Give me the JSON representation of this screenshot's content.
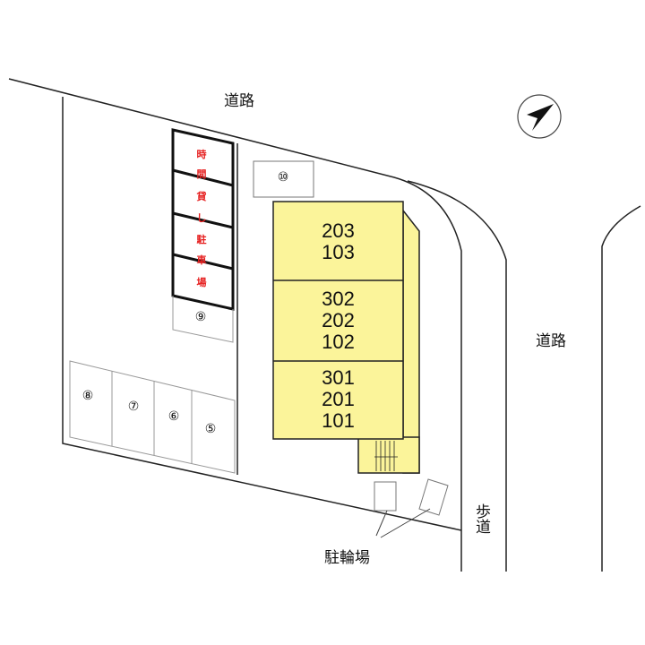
{
  "labels": {
    "road_top": "道路",
    "road_right": "道路",
    "sidewalk": "歩道",
    "bicycle_parking": "駐輪場"
  },
  "timed_parking": [
    "時",
    "間",
    "貸",
    "し",
    "駐",
    "車",
    "場"
  ],
  "building": {
    "sections": [
      {
        "units": "203\n103"
      },
      {
        "units": "302\n202\n102"
      },
      {
        "units": "301\n201\n101"
      }
    ]
  },
  "parking_spaces": [
    "⑧",
    "⑦",
    "⑥",
    "⑤",
    "⑨",
    "⑩"
  ],
  "colors": {
    "building": "#fbf49a",
    "timed_parking_text": "#e62020",
    "line": "#222222"
  }
}
